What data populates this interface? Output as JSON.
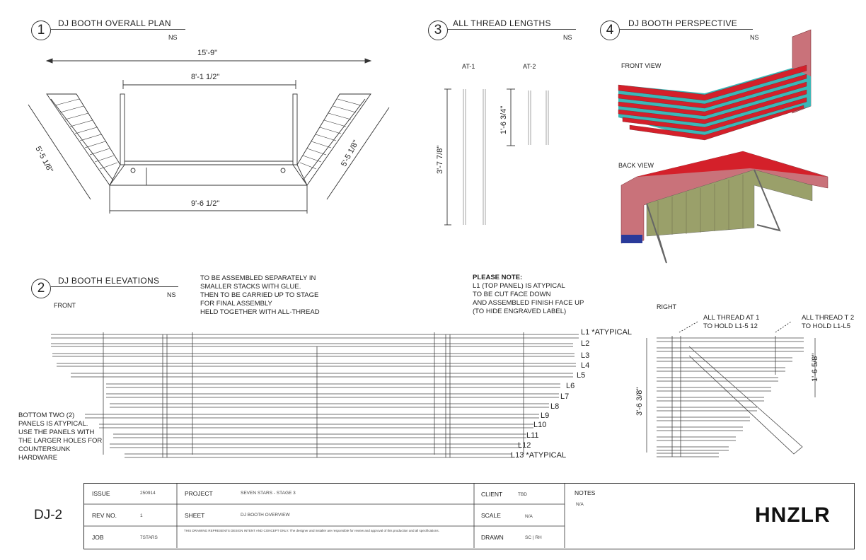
{
  "views": {
    "plan": {
      "number": "1",
      "title": "DJ BOOTH OVERALL PLAN",
      "scale": "NS",
      "dims": {
        "overall": "15'-9\"",
        "inner_top": "8'-1 1/2\"",
        "bottom": "9'-6 1/2\"",
        "left_wing": "5'-5 1/8\"",
        "right_wing": "5'-5 1/8\""
      }
    },
    "thread": {
      "number": "3",
      "title": "ALL THREAD LENGTHS",
      "scale": "NS",
      "at1": "AT-1",
      "at2": "AT-2",
      "dim_long": "3'-7 7/8\"",
      "dim_short": "1'-6 3/4\""
    },
    "perspective": {
      "number": "4",
      "title": "DJ BOOTH PERSPECTIVE",
      "scale": "NS",
      "front_label": "FRONT VIEW",
      "back_label": "BACK VIEW"
    },
    "elevations": {
      "number": "2",
      "title": "DJ BOOTH ELEVATIONS",
      "scale": "NS",
      "front_label": "FRONT",
      "note1": "TO BE ASSEMBLED SEPARATELY IN\nSMALLER STACKS WITH GLUE.\nTHEN TO BE CARRIED UP TO STAGE\nFOR FINAL ASSEMBLY\nHELD TOGETHER WITH ALL-THREAD",
      "note2_title": "PLEASE NOTE:",
      "note2": "L1 (TOP PANEL) IS ATYPICAL\nTO BE CUT FACE DOWN\nAND ASSEMBLED FINISH FACE UP\n(TO HIDE ENGRAVED LABEL)",
      "note3": "BOTTOM TWO (2)\nPANELS IS ATYPICAL.\nUSE THE PANELS WITH\nTHE LARGER HOLES FOR\nCOUNTERSUNK\nHARDWARE",
      "levels": [
        "L1 *ATYPICAL",
        "L2",
        "L3",
        "L4",
        "L5",
        "L6",
        "L7",
        "L8",
        "L9",
        "L10",
        "L11",
        "L12",
        "L13 *ATYPICAL"
      ],
      "right_label": "RIGHT",
      "right_note1": "ALL THREAD AT 1\nTO HOLD L1-5 12",
      "right_note2": "ALL THREAD T 2\nTO HOLD L1-L5",
      "right_dim_tall": "3'-6 3/8\"",
      "right_dim_short": "1'-6 5/8\""
    }
  },
  "title_block": {
    "issue_label": "ISSUE",
    "issue": "250914",
    "rev_label": "REV NO.",
    "rev": "1",
    "job_label": "JOB",
    "job": "7STARS",
    "project_label": "PROJECT",
    "project": "SEVEN STARS - STAGE 3",
    "sheet_label": "SHEET",
    "sheet": "DJ BOOTH OVERVIEW",
    "client_label": "CLIENT",
    "client": "TBD",
    "scale_label": "SCALE",
    "scale": "N/A",
    "drawn_label": "DRAWN",
    "drawn": "SC | RH",
    "notes_label": "NOTES",
    "notes": "N/A",
    "disclaimer": "THIS DRAWING REPRESENTS DESIGN INTENT AND CONCEPT ONLY. The designer and installer are responsible for review and approval of this production and all specifications.",
    "logo": "HNZLR",
    "sheet_number": "DJ-2"
  },
  "colors": {
    "panel_red": "#d4202a",
    "panel_teal": "#3bb8b8",
    "line": "#333333"
  }
}
